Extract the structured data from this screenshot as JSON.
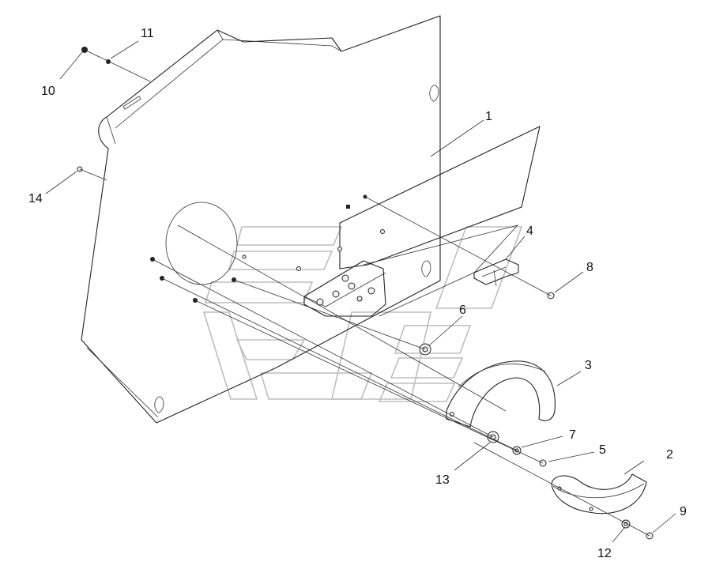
{
  "diagram": {
    "part_numbers": [
      "1",
      "2",
      "3",
      "4",
      "5",
      "6",
      "7",
      "8",
      "9",
      "10",
      "11",
      "12",
      "13",
      "14"
    ]
  },
  "colors": {
    "line": "#222222",
    "watermark": "#bdbdbd",
    "background": "#ffffff"
  }
}
